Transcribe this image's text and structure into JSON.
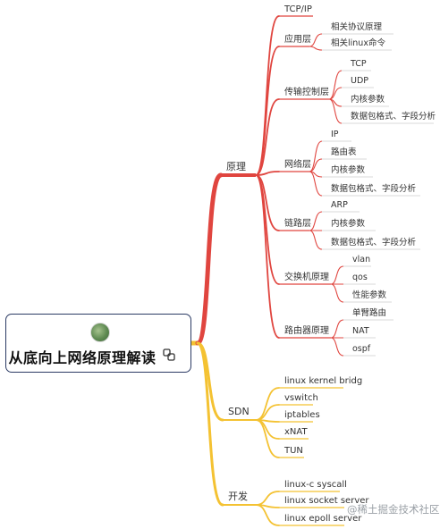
{
  "root": {
    "title": "从底向上网络原理解读"
  },
  "colors": {
    "red": "#e0453f",
    "yellow": "#f4c232",
    "underline": "#d8d8d8",
    "card_border": "#2b3a64"
  },
  "branches": [
    {
      "label": "原理",
      "color": "#e0453f",
      "children": [
        {
          "label": "TCP/IP",
          "children": []
        },
        {
          "label": "应用层",
          "children": [
            {
              "label": "相关协议原理"
            },
            {
              "label": "相关linux命令"
            }
          ]
        },
        {
          "label": "传输控制层",
          "children": [
            {
              "label": "TCP"
            },
            {
              "label": "UDP"
            },
            {
              "label": "内核参数"
            },
            {
              "label": "数据包格式、字段分析"
            }
          ]
        },
        {
          "label": "网络层",
          "children": [
            {
              "label": "IP"
            },
            {
              "label": "路由表"
            },
            {
              "label": "内核参数"
            },
            {
              "label": "数据包格式、字段分析"
            }
          ]
        },
        {
          "label": "链路层",
          "children": [
            {
              "label": "ARP"
            },
            {
              "label": "内核参数"
            },
            {
              "label": "数据包格式、字段分析"
            }
          ]
        },
        {
          "label": "交换机原理",
          "children": [
            {
              "label": "vlan"
            },
            {
              "label": "qos"
            },
            {
              "label": "性能参数"
            }
          ]
        },
        {
          "label": "路由器原理",
          "children": [
            {
              "label": "单臂路由"
            },
            {
              "label": "NAT"
            },
            {
              "label": "ospf"
            }
          ]
        }
      ]
    },
    {
      "label": "SDN",
      "color": "#f4c232",
      "children": [
        {
          "label": "linux kernel bridg",
          "children": []
        },
        {
          "label": "vswitch",
          "children": []
        },
        {
          "label": "iptables",
          "children": []
        },
        {
          "label": "xNAT",
          "children": []
        },
        {
          "label": "TUN",
          "children": []
        }
      ]
    },
    {
      "label": "开发",
      "color": "#f4c232",
      "children": [
        {
          "label": "linux-c  syscall",
          "children": []
        },
        {
          "label": "linux socket server",
          "children": []
        },
        {
          "label": "linux epoll server",
          "children": []
        }
      ]
    }
  ],
  "watermark": "@稀土掘金技术社区"
}
